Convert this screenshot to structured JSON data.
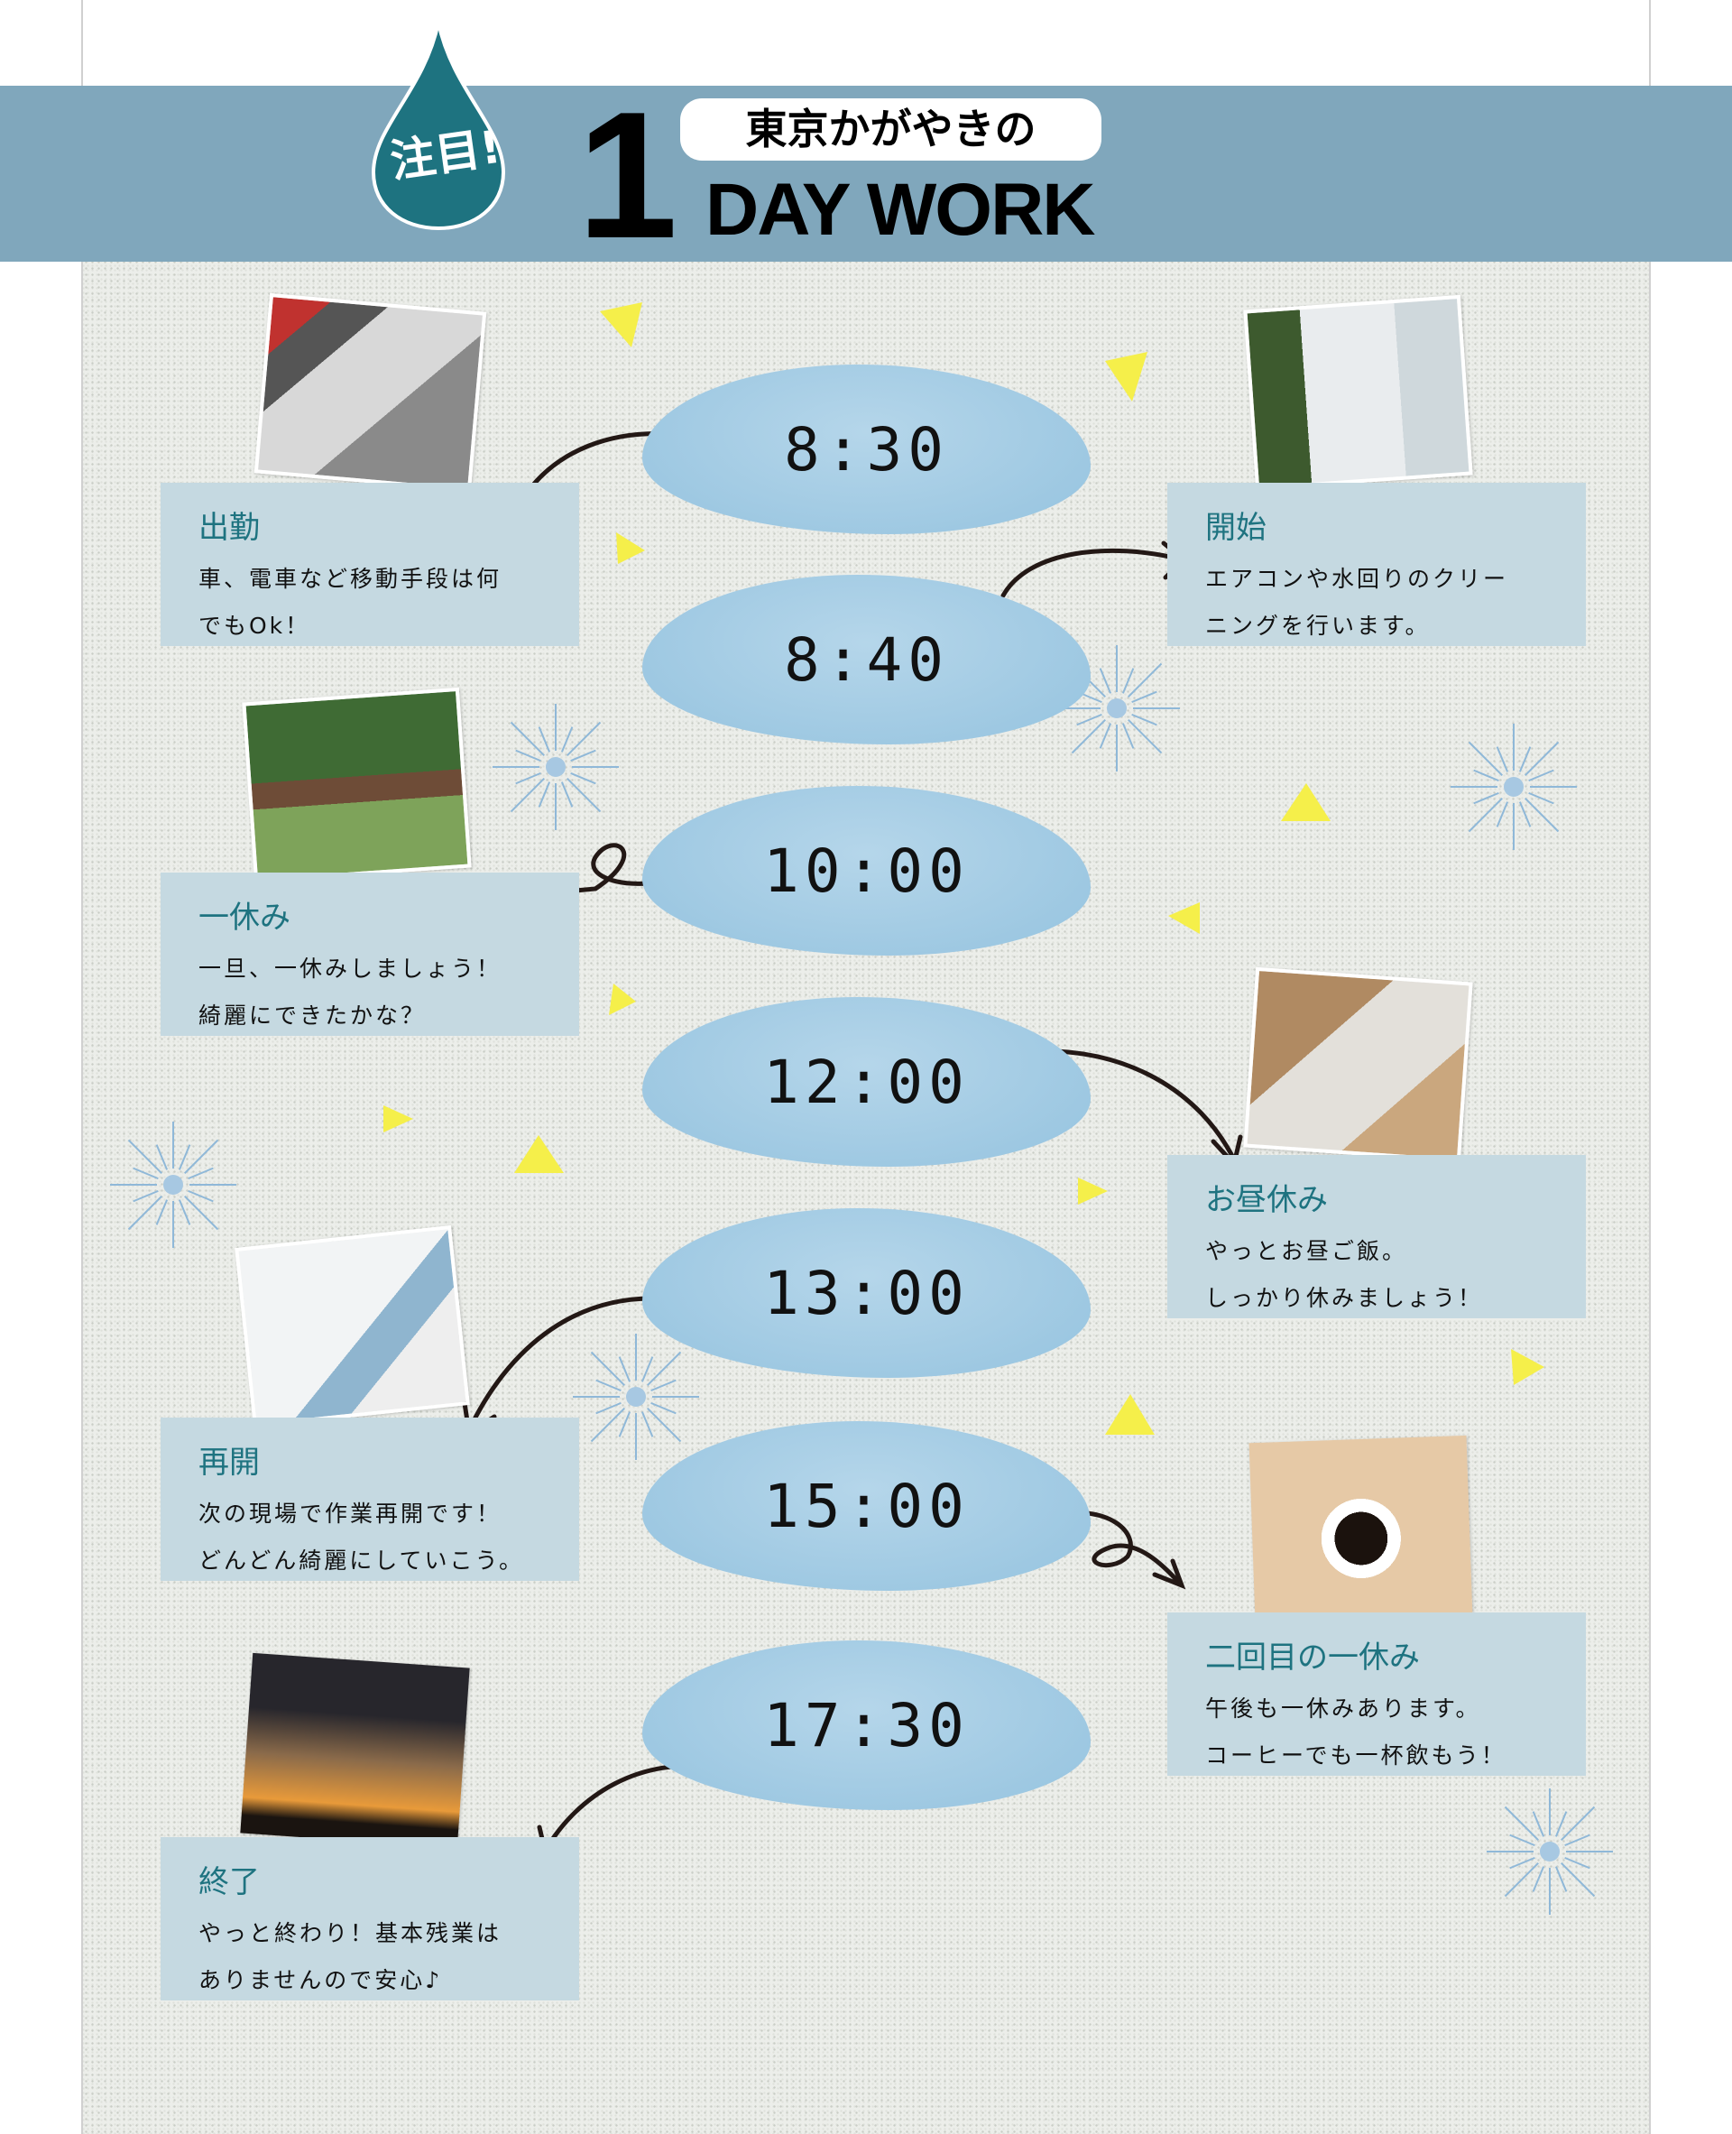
{
  "header": {
    "badge": "注目!",
    "number": "1",
    "subtitle": "東京かがやきの",
    "title": "DAY WORK"
  },
  "times": [
    "8:30",
    "8:40",
    "10:00",
    "12:00",
    "13:00",
    "15:00",
    "17:30"
  ],
  "cards": [
    {
      "title": "出勤",
      "lines": [
        "車、電車など移動手段は何",
        "でもOk！"
      ]
    },
    {
      "title": "開始",
      "lines": [
        "エアコンや水回りのクリー",
        "ニングを行います。"
      ]
    },
    {
      "title": "一休み",
      "lines": [
        "一旦、一休みしましょう！",
        "綺麗にできたかな？"
      ]
    },
    {
      "title": "お昼休み",
      "lines": [
        "やっとお昼ご飯。",
        "しっかり休みましょう！"
      ]
    },
    {
      "title": "再開",
      "lines": [
        "次の現場で作業再開です！",
        "どんどん綺麗にしていこう。"
      ]
    },
    {
      "title": "二回目の一休み",
      "lines": [
        "午後も一休みあります。",
        "コーヒーでも一杯飲もう！"
      ]
    },
    {
      "title": "終了",
      "lines": [
        "やっと終わり！基本残業は",
        "ありませんので安心♪"
      ]
    }
  ],
  "colors": {
    "band": "#80a7bc",
    "teal": "#1e7380",
    "card": "#c5d9e1",
    "cloud": "#a6cde4",
    "triangle": "#f5ef4a"
  }
}
